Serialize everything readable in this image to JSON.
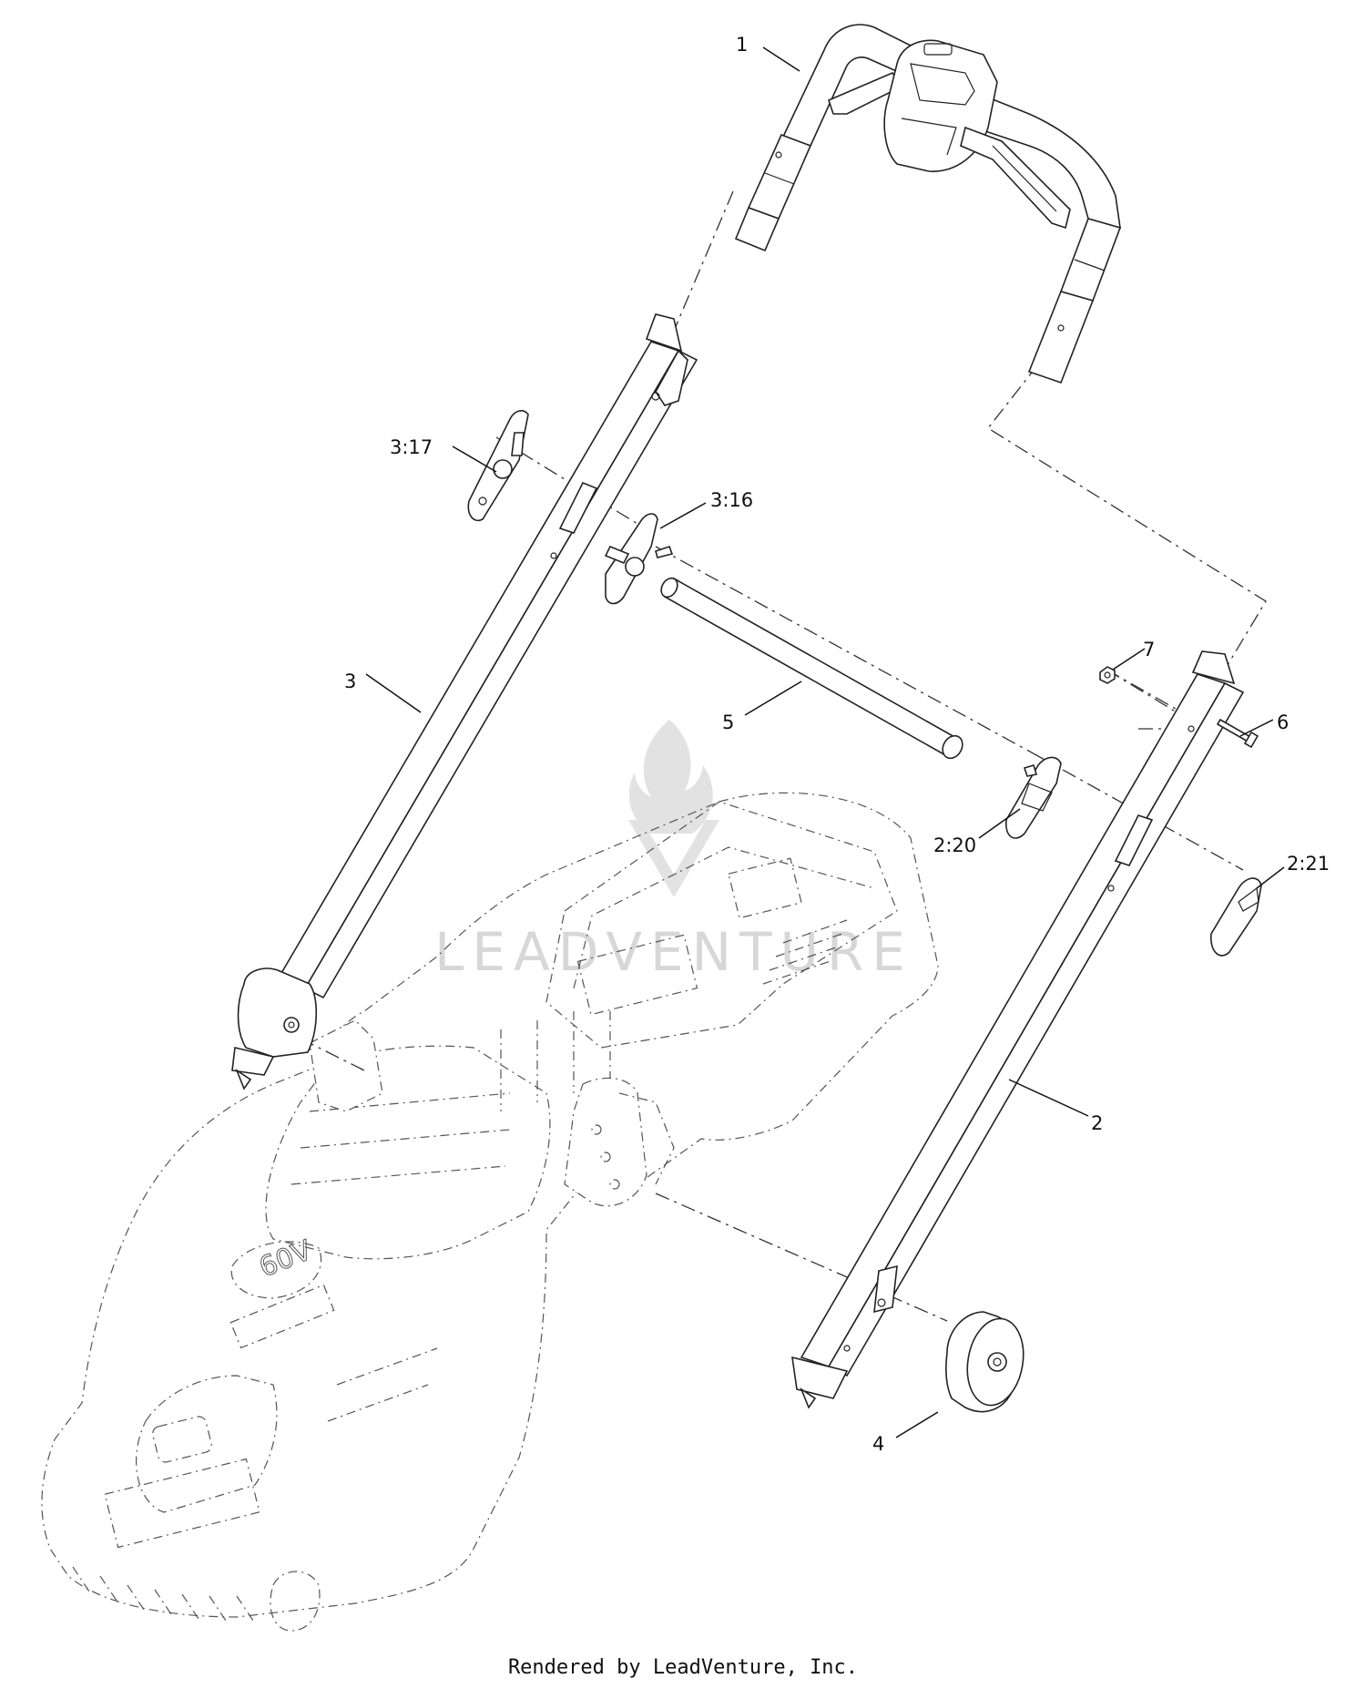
{
  "callouts": [
    {
      "id": "1",
      "label": "1"
    },
    {
      "id": "2",
      "label": "2"
    },
    {
      "id": "3",
      "label": "3"
    },
    {
      "id": "3_17",
      "label": "3:17"
    },
    {
      "id": "3_16",
      "label": "3:16"
    },
    {
      "id": "4",
      "label": "4"
    },
    {
      "id": "5",
      "label": "5"
    },
    {
      "id": "6",
      "label": "6"
    },
    {
      "id": "7",
      "label": "7"
    },
    {
      "id": "2_20",
      "label": "2:20"
    },
    {
      "id": "2_21",
      "label": "2:21"
    }
  ],
  "watermark": {
    "text": "LEADVENTURE"
  },
  "footer": {
    "text": "Rendered by LeadVenture, Inc."
  }
}
